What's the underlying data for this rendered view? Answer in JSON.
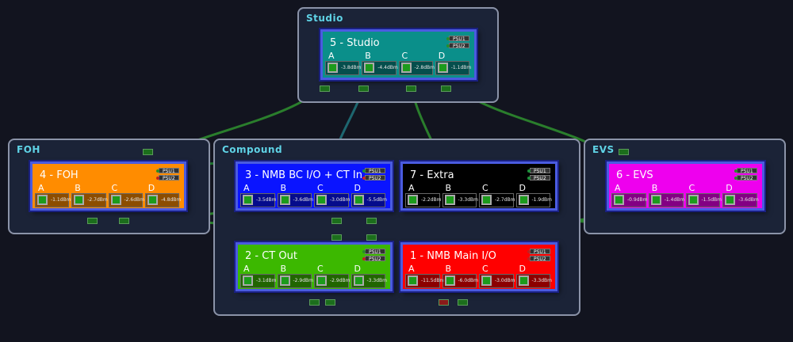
{
  "zones": {
    "studio": "Studio",
    "foh": "FOH",
    "compound": "Compound",
    "evs": "EVS"
  },
  "psu1_label": "PSU1",
  "psu2_label": "PSU2",
  "port_letters": [
    "A",
    "B",
    "C",
    "D"
  ],
  "devices": {
    "studio": {
      "name": "5 - Studio",
      "color": "#0a8f8a",
      "psu1": "#2a8a2a",
      "psu2": "#2a8a2a",
      "ports": [
        "-3.8dBm",
        "-4.4dBm",
        "-2.8dBm",
        "-1.1dBm"
      ]
    },
    "foh": {
      "name": "4 - FOH",
      "color": "#ff8c00",
      "psu1": "#2a8a2a",
      "psu2": "#c02020",
      "ports": [
        "-1.1dBm",
        "-2.7dBm",
        "-2.6dBm",
        "-4.8dBm"
      ]
    },
    "nmb_bc": {
      "name": "3 - NMB BC I/O + CT In",
      "color": "#0a14ff",
      "psu1": "#1e8f3a",
      "psu2": "#d02020",
      "ports": [
        "-3.5dBm",
        "-3.6dBm",
        "-3.0dBm",
        "-5.5dBm"
      ]
    },
    "extra": {
      "name": "7 - Extra",
      "color": "#000000",
      "psu1": "#1e8f3a",
      "psu2": "#1e8f3a",
      "ports": [
        "-2.2dBm",
        "-3.3dBm",
        "-2.7dBm",
        "-1.9dBm"
      ]
    },
    "ct_out": {
      "name": "2 - CT Out",
      "color": "#3cb800",
      "psu1": "#2a8a2a",
      "psu2": "#c02020",
      "ports": [
        "-3.1dBm",
        "-2.9dBm",
        "-2.9dBm",
        "-3.3dBm"
      ]
    },
    "nmb_main": {
      "name": "1 - NMB Main I/O",
      "color": "#ff0000",
      "psu1": "#c02020",
      "psu2": "#c02020",
      "ports": [
        "-11.5dBm",
        "-6.0dBm",
        "-3.0dBm",
        "-3.3dBm"
      ]
    },
    "evs": {
      "name": "6 - EVS",
      "color": "#ee00ee",
      "psu1": "#2a8a2a",
      "psu2": "#2a8a2a",
      "ports": [
        "-0.9dBm",
        "-1.4dBm",
        "-1.5dBm",
        "-3.6dBm"
      ]
    }
  },
  "colors": {
    "cable_green": "#2e8a2e",
    "cable_teal": "#1f6f78",
    "cable_dark": "#1e7a30"
  }
}
